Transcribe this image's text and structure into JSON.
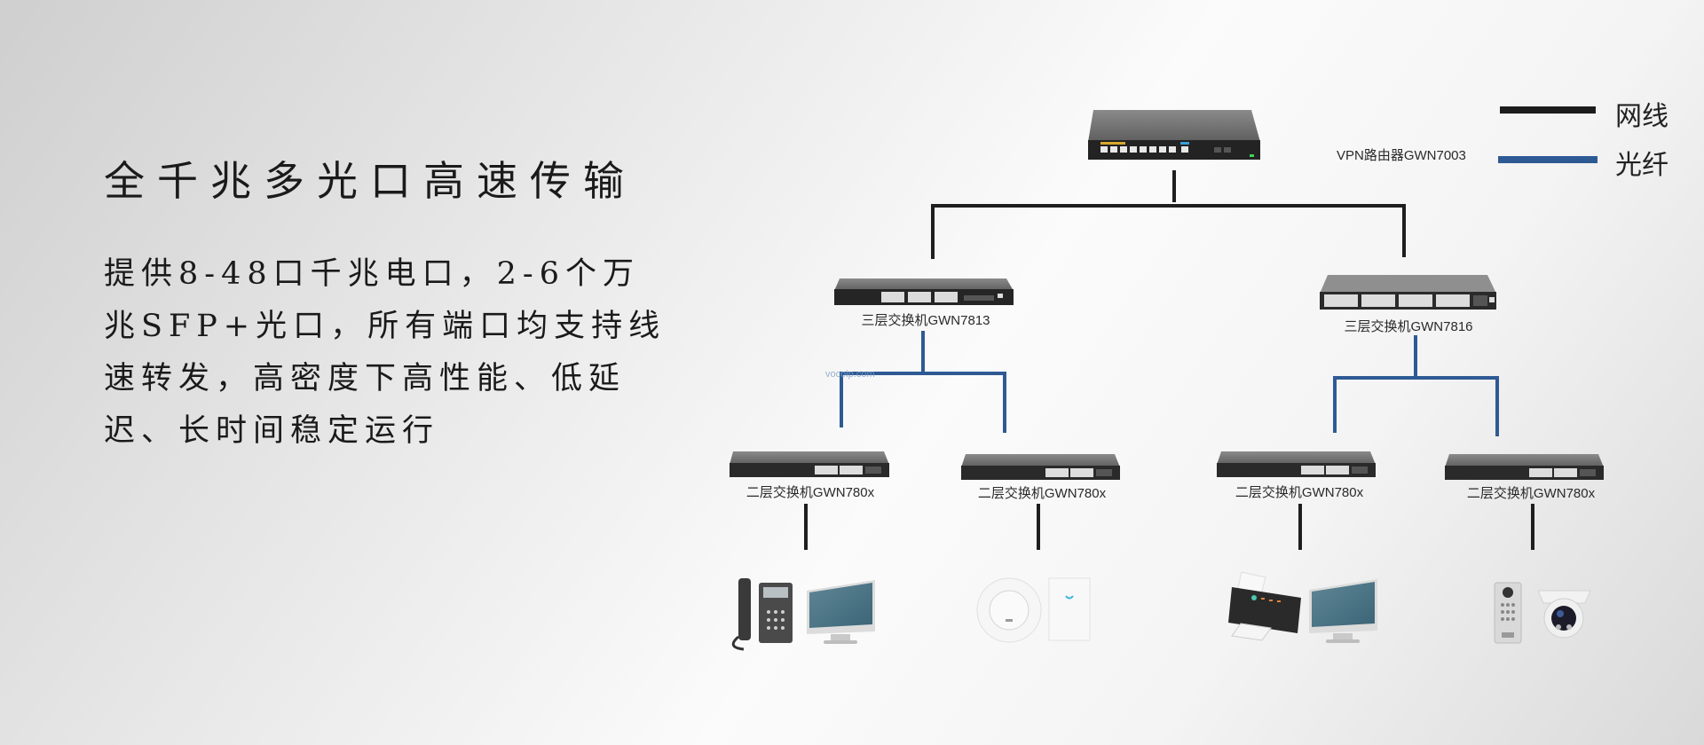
{
  "heading": "全千兆多光口高速传输",
  "description_lines": [
    "提供8-48口千兆电口，2-6个万",
    "兆SFP+光口，所有端口均支持线",
    "速转发，高密度下高性能、低延",
    "迟、长时间稳定运行"
  ],
  "legend": {
    "items": [
      {
        "label": "网线",
        "color": "#1c1c1c"
      },
      {
        "label": "光纤",
        "color": "#2e5a94"
      }
    ]
  },
  "watermark": "vocoip.com",
  "devices": {
    "router": {
      "label": "VPN路由器GWN7003",
      "icon": "router-icon"
    },
    "core_left": {
      "label": "三层交换机GWN7813",
      "icon": "switch-icon"
    },
    "core_right": {
      "label": "三层交换机GWN7816",
      "icon": "switch-icon"
    },
    "access": [
      {
        "label": "二层交换机GWN780x",
        "icon": "switch-icon"
      },
      {
        "label": "二层交换机GWN780x",
        "icon": "switch-icon"
      },
      {
        "label": "二层交换机GWN780x",
        "icon": "switch-icon"
      },
      {
        "label": "二层交换机GWN780x",
        "icon": "switch-icon"
      }
    ],
    "endpoints": [
      {
        "items": [
          "ip-phone-icon",
          "monitor-icon"
        ]
      },
      {
        "items": [
          "ceiling-ap-icon",
          "wall-ap-icon"
        ]
      },
      {
        "items": [
          "printer-icon",
          "monitor-icon"
        ]
      },
      {
        "items": [
          "door-intercom-icon",
          "dome-camera-icon"
        ]
      }
    ]
  }
}
